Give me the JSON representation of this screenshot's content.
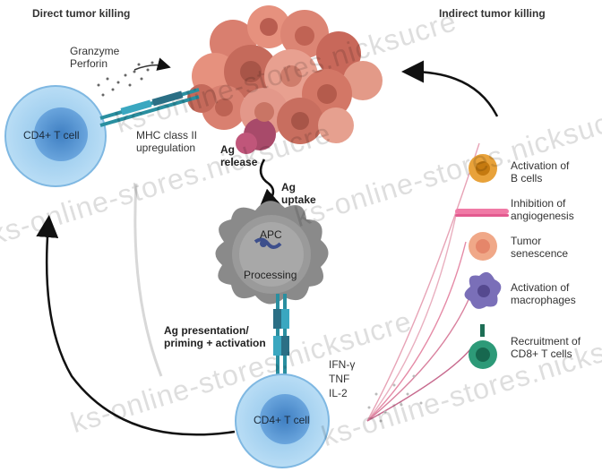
{
  "headers": {
    "direct": "Direct tumor killing",
    "indirect": "Indirect tumor killing"
  },
  "labels": {
    "granzyme": "Granzyme",
    "perforin": "Perforin",
    "mhc_upregulation_1": "MHC class II",
    "mhc_upregulation_2": "upregulation",
    "cd4_top": "CD4+ T cell",
    "cd4_bottom": "CD4+ T cell",
    "ag_release_1": "Ag",
    "ag_release_2": "release",
    "ag_uptake_1": "Ag",
    "ag_uptake_2": "uptake",
    "apc": "APC",
    "processing": "Processing",
    "ag_presentation_1": "Ag presentation/",
    "ag_presentation_2": "priming + activation",
    "cytokine_1": "IFN-γ",
    "cytokine_2": "TNF",
    "cytokine_3": "IL-2"
  },
  "legend": [
    {
      "line1": "Activation of",
      "line2": "B cells",
      "icon": "b-cell-icon",
      "color": "#e8a23a"
    },
    {
      "line1": "Inhibition of",
      "line2": "angiogenesis",
      "icon": "blood-vessel-icon",
      "color": "#e86a9a"
    },
    {
      "line1": "Tumor",
      "line2": "senescence",
      "icon": "senescent-tumor-cell-icon",
      "color": "#f0a888"
    },
    {
      "line1": "Activation of",
      "line2": "macrophages",
      "icon": "macrophage-icon",
      "color": "#7a6fb8"
    },
    {
      "line1": "Recruitment of",
      "line2": "CD8+ T cells",
      "icon": "cd8-t-cell-icon",
      "color": "#2d9a78"
    }
  ],
  "watermark": "ks-online-stores.nicksucre",
  "colors": {
    "t_cell": "#a9d3f0",
    "t_cell_nucleus": "#4f8fcf",
    "tumor": "#e08876",
    "apc": "#9a9a9a",
    "tcr": "#2a8fa0"
  }
}
